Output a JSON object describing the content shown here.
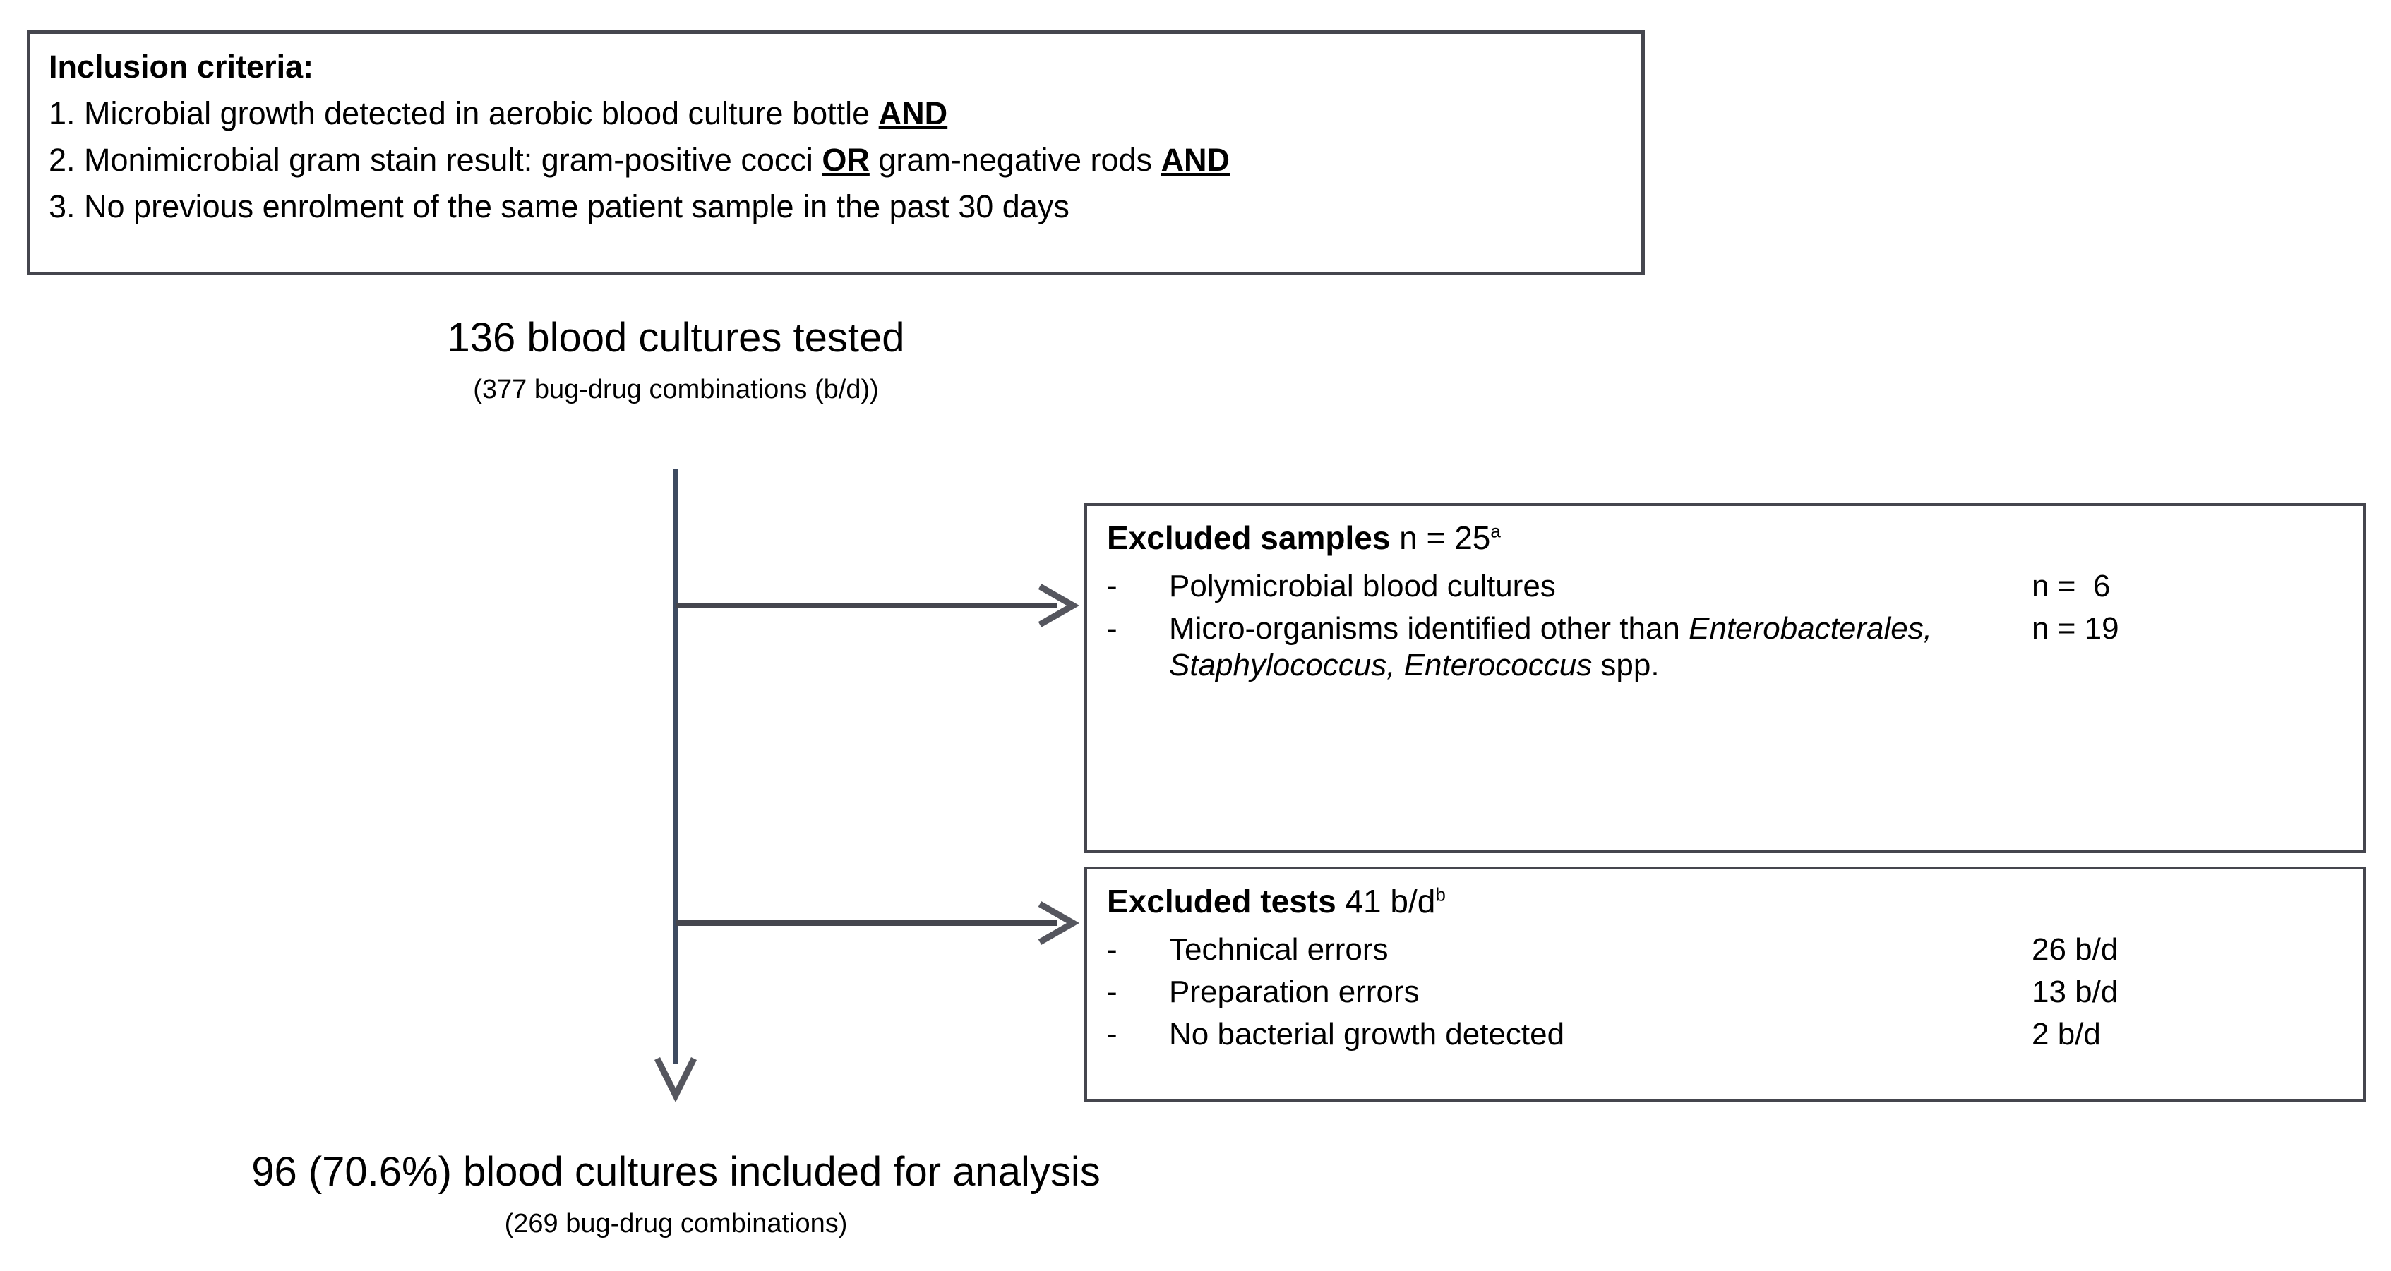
{
  "inclusion": {
    "title": "Inclusion criteria:",
    "items": [
      {
        "prefix": "1. Microbial growth detected in aerobic blood culture bottle ",
        "emphasis": "AND",
        "suffix": ""
      },
      {
        "prefix": "2. Monimicrobial gram stain result: gram-positive cocci ",
        "emphasis": "OR",
        "middle": " gram-negative rods ",
        "emphasis2": "AND",
        "suffix": ""
      },
      {
        "prefix": "3. No previous enrolment of the same patient sample in the past 30 days",
        "emphasis": "",
        "suffix": ""
      }
    ]
  },
  "flow": {
    "top_label": "136 blood cultures tested",
    "top_sublabel": "(377 bug-drug combinations (b/d))",
    "bottom_label": "96 (70.6%) blood cultures included for analysis",
    "bottom_sublabel": "(269 bug-drug combinations)"
  },
  "excluded_samples": {
    "heading_bold": "Excluded samples",
    "heading_rest": " n = 25",
    "heading_sup": "a",
    "bullet": "-",
    "rows": [
      {
        "text": "Polymicrobial blood cultures",
        "count": "n =  6"
      },
      {
        "text_part1": "Micro-organisms identified other than ",
        "italic1": "Enterobacterales, Staphylococcus, Enterococcus",
        "text_part2": " spp.",
        "count": "n = 19"
      }
    ]
  },
  "excluded_tests": {
    "heading_bold": "Excluded tests",
    "heading_rest": " 41 b/d",
    "heading_sup": "b",
    "bullet": "-",
    "rows": [
      {
        "text": "Technical errors",
        "count": "26 b/d"
      },
      {
        "text": "Preparation errors",
        "count": "13 b/d"
      },
      {
        "text": "No bacterial growth detected",
        "count": "2 b/d"
      }
    ]
  },
  "colors": {
    "border": "#45464e",
    "connector": "#3d4a60",
    "text": "#000000"
  }
}
